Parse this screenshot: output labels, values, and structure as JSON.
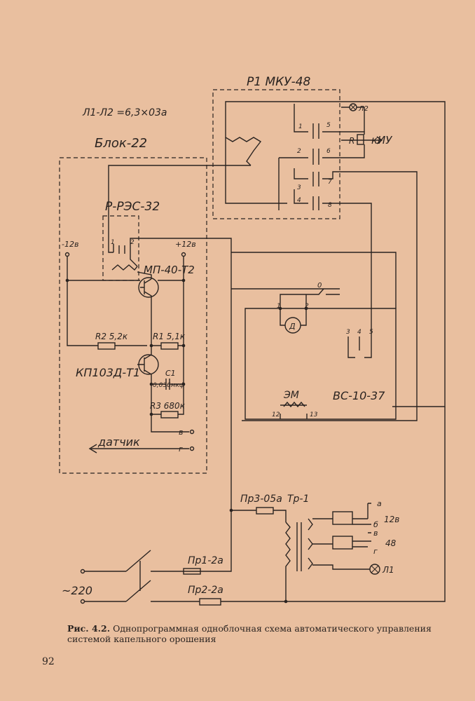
{
  "figure": {
    "caption_lead": "Рис. 4.2.",
    "caption_text": "Однопрограммная одноблочная схема автоматического управления системой капельного орошения",
    "page_number": "92"
  },
  "labels": {
    "lamp_spec": "Л1-Л2 =6,3×03а",
    "block": "Блок-22",
    "relay_mku": "Р1 МКУ-48",
    "relay_res": "Р-РЭС-32",
    "transistor": "МП-40-Т2",
    "fet": "КП103Д-Т1",
    "r2": "R2 5,2к",
    "r1": "R1 5,1к",
    "c1": "C1",
    "c1_val": "0,036мкф",
    "r3": "R3 680к",
    "minus12": "-12в",
    "plus12": "+12в",
    "sensor": "датчик",
    "term_v": "в",
    "term_g": "г",
    "lamp_l2": "Л2",
    "r_label": "R",
    "kiu": "кИУ",
    "motor": "Д",
    "em": "ЭМ",
    "timer": "ВС-10-37",
    "zero": "0",
    "pr3": "Пр3-05а",
    "tr1": "Тр-1",
    "pr1": "Пр1-2а",
    "pr2": "Пр2-2а",
    "mains": "~220",
    "out_a": "а",
    "out_b": "б",
    "out_v": "в",
    "out_g": "г",
    "v12": "12в",
    "v48": "48",
    "lamp_l1": "Л1"
  },
  "pins": {
    "mku": [
      "1",
      "5",
      "2",
      "6",
      "3",
      "7",
      "4",
      "8"
    ],
    "res": [
      "1",
      "2"
    ],
    "timer": [
      "1",
      "2",
      "3",
      "4",
      "5",
      "12",
      "13"
    ]
  }
}
